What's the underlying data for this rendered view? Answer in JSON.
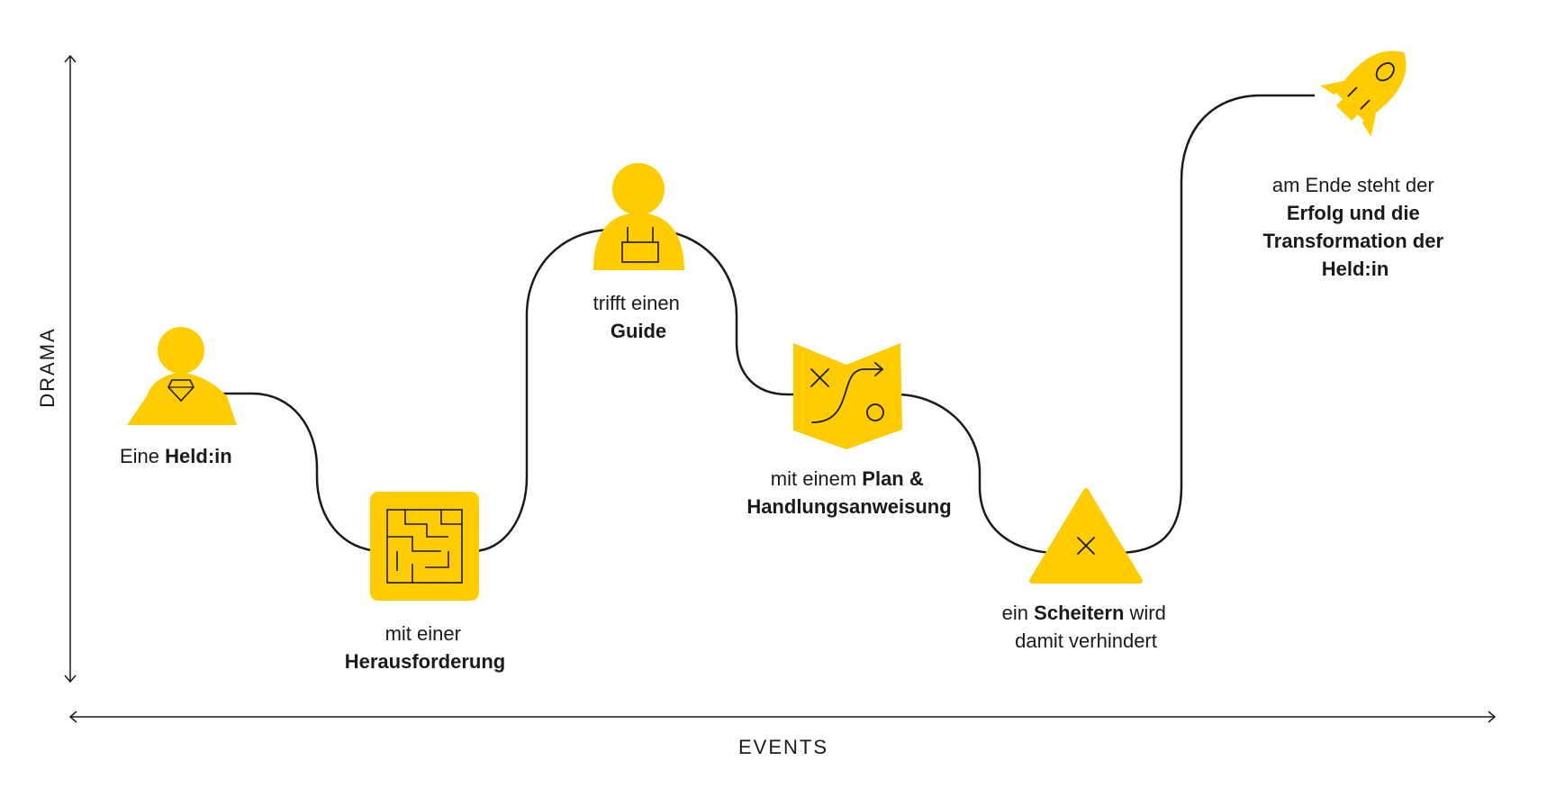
{
  "axes": {
    "y_label": "DRAMA",
    "x_label": "EVENTS"
  },
  "colors": {
    "accent": "#FFCC00",
    "line": "#1a1a1a",
    "text": "#1a1a1a"
  },
  "steps": [
    {
      "icon": "hero-icon",
      "line1_plain": "Eine ",
      "line1_bold": "Held:in"
    },
    {
      "icon": "maze-icon",
      "line1_plain": "mit einer",
      "line2_bold": "Herausforderung"
    },
    {
      "icon": "guide-icon",
      "line1_plain": "trifft einen",
      "line2_bold": "Guide"
    },
    {
      "icon": "map-icon",
      "line1_plain": "mit einem ",
      "line1_bold": "Plan &",
      "line2_bold": "Handlungsanweisung"
    },
    {
      "icon": "warning-icon",
      "line1_plain_a": "ein ",
      "line1_bold": "Scheitern",
      "line1_plain_b": " wird",
      "line2_plain": "damit verhindert"
    },
    {
      "icon": "rocket-icon",
      "line1_plain": "am Ende steht der",
      "line2_bold": "Erfolg und die",
      "line3_bold": "Transformation der",
      "line4_bold": "Held:in"
    }
  ]
}
